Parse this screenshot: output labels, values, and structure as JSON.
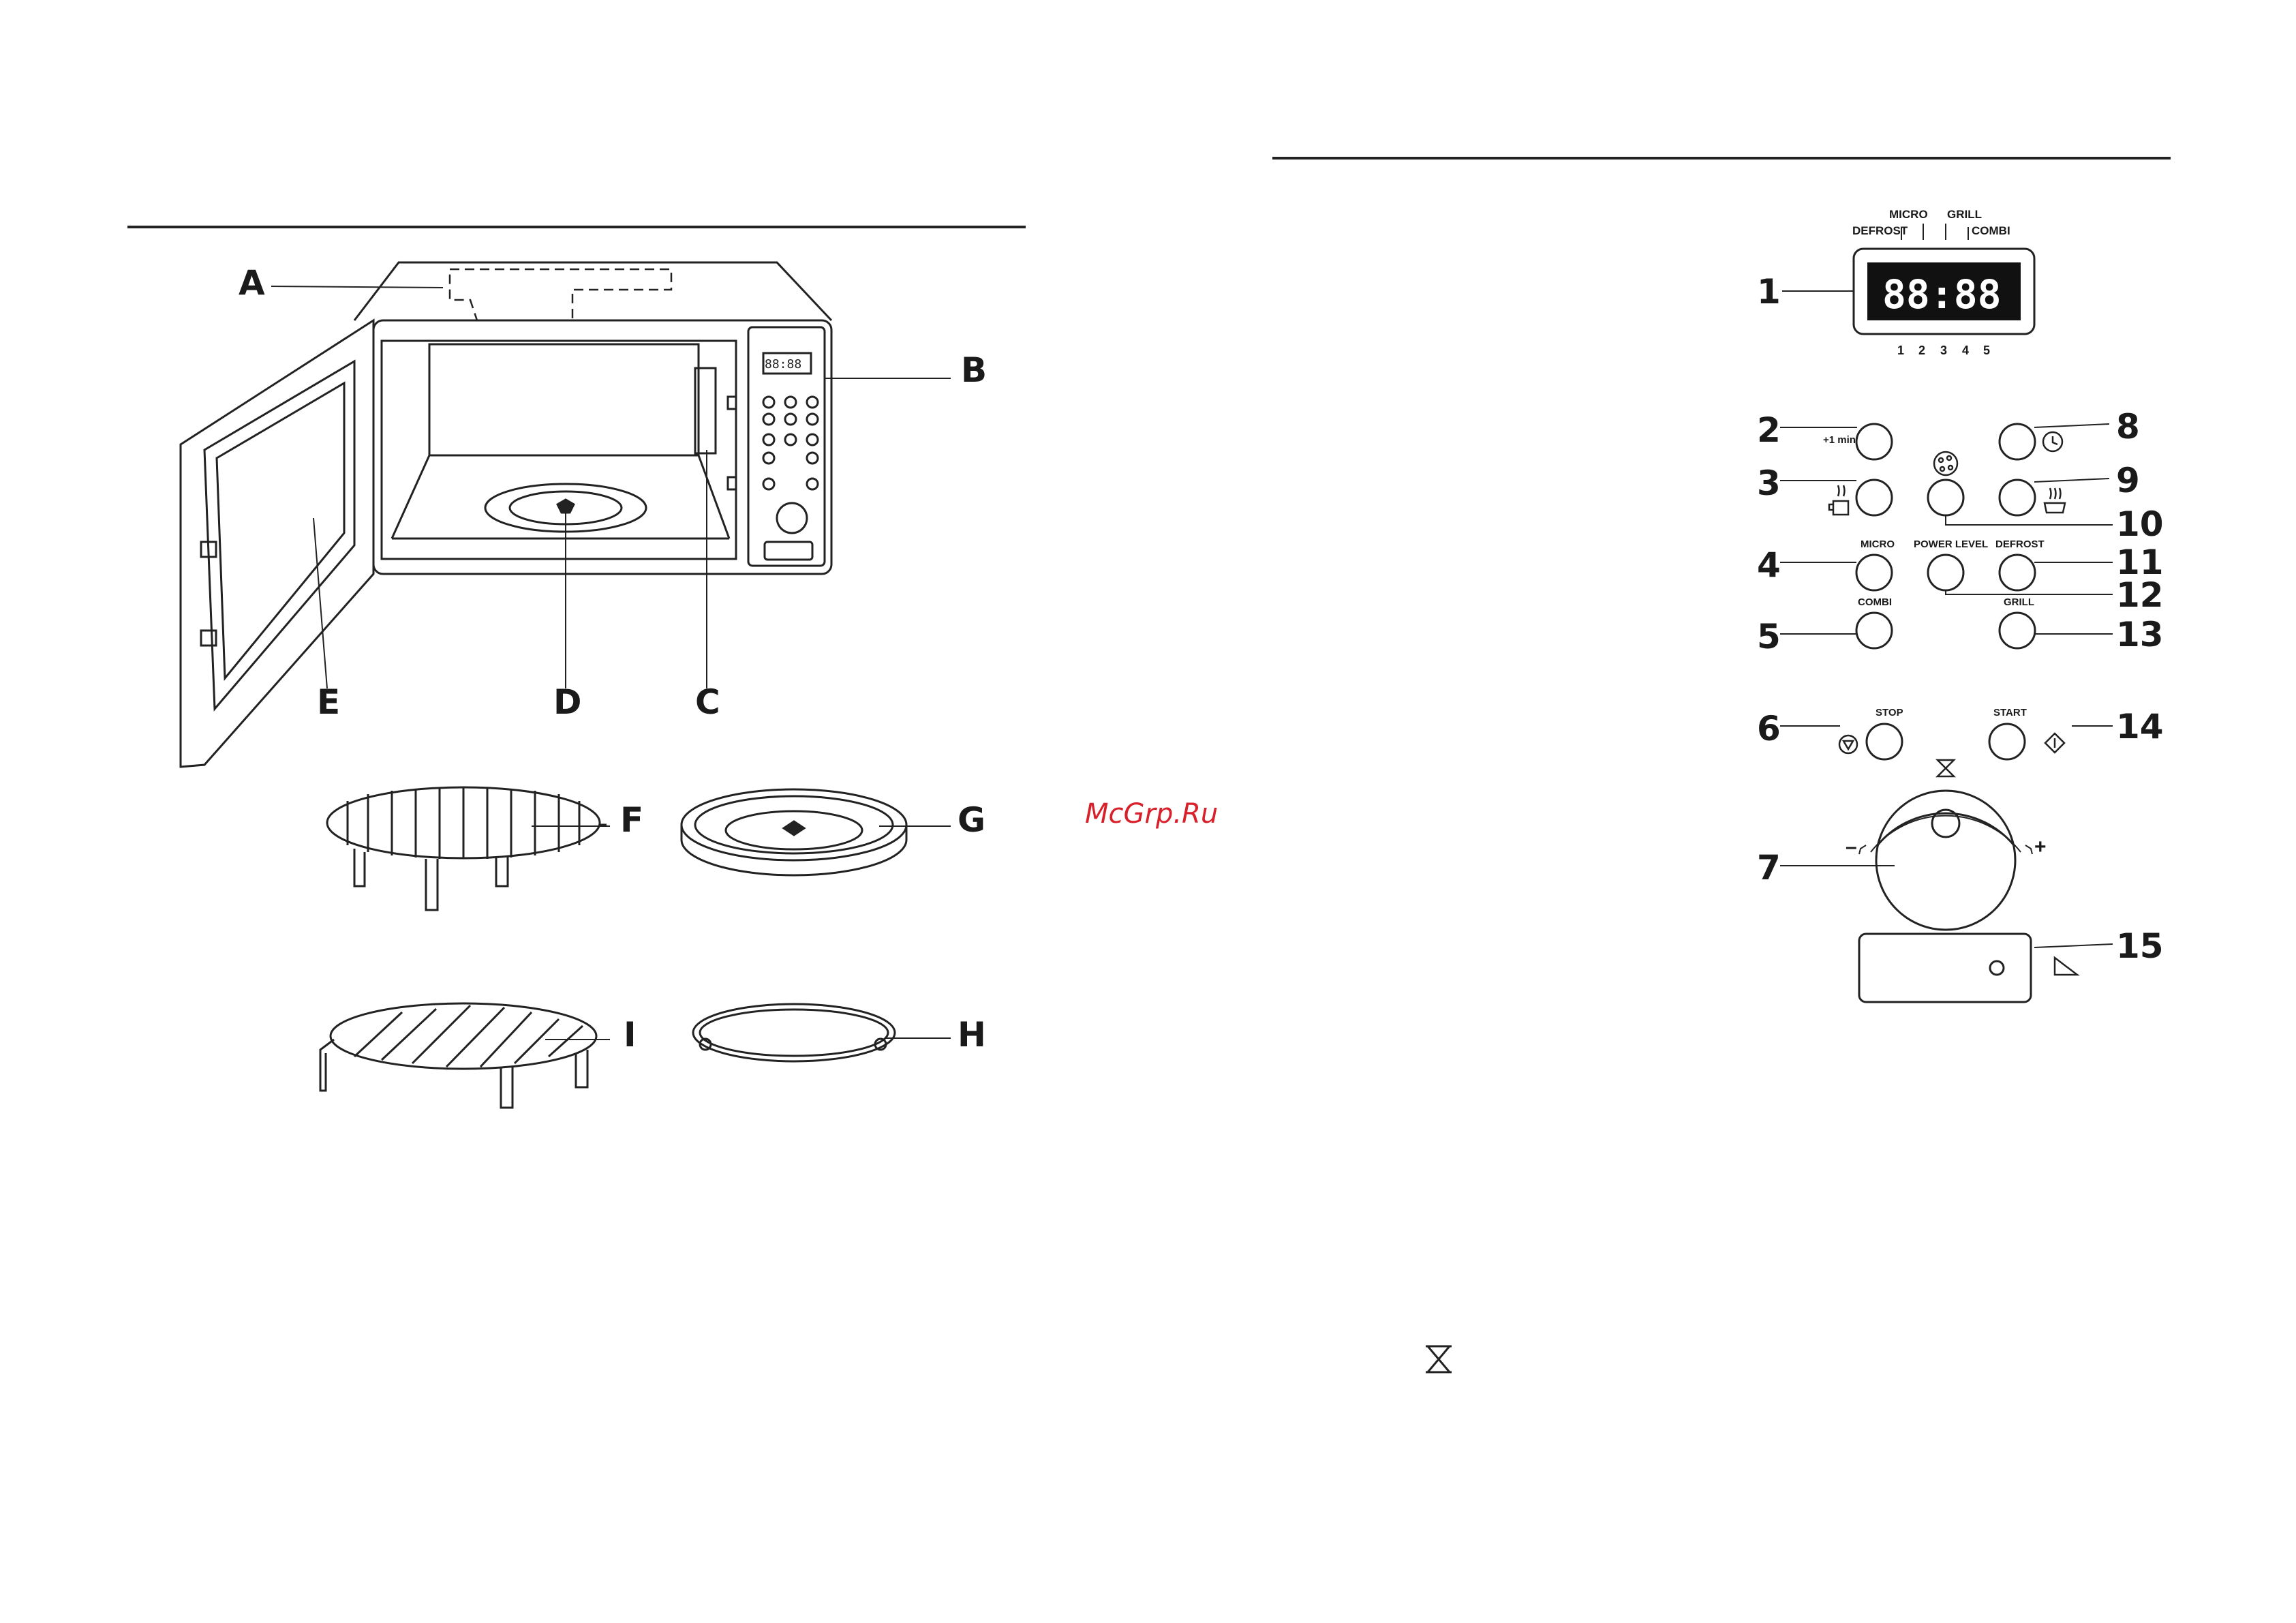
{
  "watermark": "McGrp.Ru",
  "left_diagram": {
    "callouts": [
      "A",
      "B",
      "C",
      "D",
      "E",
      "F",
      "G",
      "H",
      "I"
    ]
  },
  "right_panel": {
    "display": {
      "mode_labels": [
        "DEFROST",
        "MICRO",
        "GRILL",
        "COMBI"
      ],
      "digits": "88:88",
      "indicator_numbers": [
        "1",
        "2",
        "3",
        "4",
        "5"
      ]
    },
    "buttons": {
      "plus_one_min": "+1 min",
      "micro": "MICRO",
      "power_level": "POWER LEVEL",
      "defrost": "DEFROST",
      "combi": "COMBI",
      "grill": "GRILL",
      "stop": "STOP",
      "start": "START"
    },
    "dial": {
      "minus": "–",
      "plus": "+"
    },
    "callouts": [
      "1",
      "2",
      "3",
      "4",
      "5",
      "6",
      "7",
      "8",
      "9",
      "10",
      "11",
      "12",
      "13",
      "14",
      "15"
    ]
  },
  "icons": [
    "clock-icon",
    "cup-icon",
    "bowl-steam-icon",
    "auto-menu-icon",
    "stop-icon",
    "start-icon",
    "hourglass-icon",
    "door-open-icon"
  ]
}
